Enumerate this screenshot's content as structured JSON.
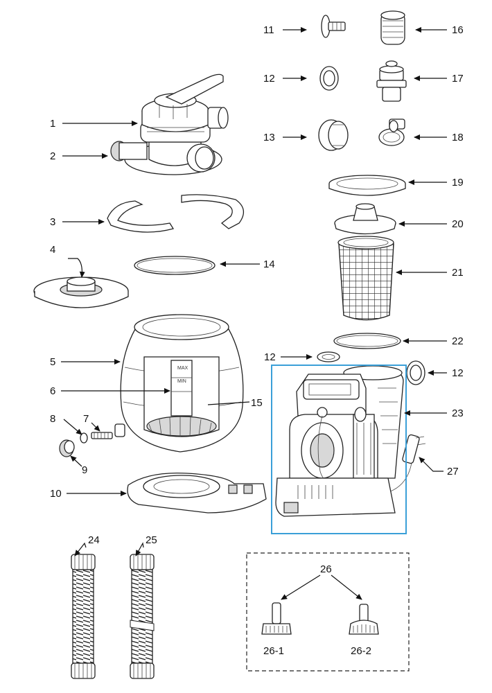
{
  "callouts": {
    "c1": "1",
    "c2": "2",
    "c3": "3",
    "c4": "4",
    "c5": "5",
    "c6": "6",
    "c7": "7",
    "c8": "8",
    "c9": "9",
    "c10": "10",
    "c11": "11",
    "c12a": "12",
    "c12b": "12",
    "c12c": "12",
    "c13": "13",
    "c14": "14",
    "c15": "15",
    "c16": "16",
    "c17": "17",
    "c18": "18",
    "c19": "19",
    "c20": "20",
    "c21": "21",
    "c22": "22",
    "c23": "23",
    "c24": "24",
    "c25": "25",
    "c26": "26",
    "c26_1": "26-1",
    "c26_2": "26-2",
    "c27": "27"
  },
  "tank_marks": {
    "max": "MAX",
    "min": "MIN"
  },
  "colors": {
    "highlight": "#3a9fd8",
    "line": "#111111"
  }
}
